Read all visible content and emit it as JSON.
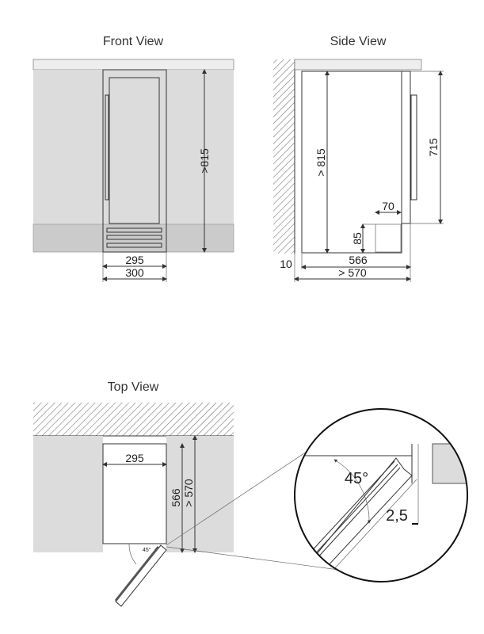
{
  "views": {
    "front": {
      "title": "Front View",
      "height": ">815",
      "inner_width": "295",
      "outer_width": "300"
    },
    "side": {
      "title": "Side View",
      "height": "> 815",
      "door_height": "715",
      "plinth_depth": "70",
      "plinth_height": "85",
      "gap": "10",
      "depth": "566",
      "niche_depth": "> 570"
    },
    "top": {
      "title": "Top View",
      "width": "295",
      "depth": "566",
      "niche_depth": "> 570",
      "small_angle": "45°",
      "detail_angle": "45°",
      "detail_gap": "2,5"
    }
  },
  "colors": {
    "cabinet": "#dcdcdc",
    "plinth": "#cbcbcb",
    "counter": "#eeeeee",
    "line": "#333333"
  }
}
